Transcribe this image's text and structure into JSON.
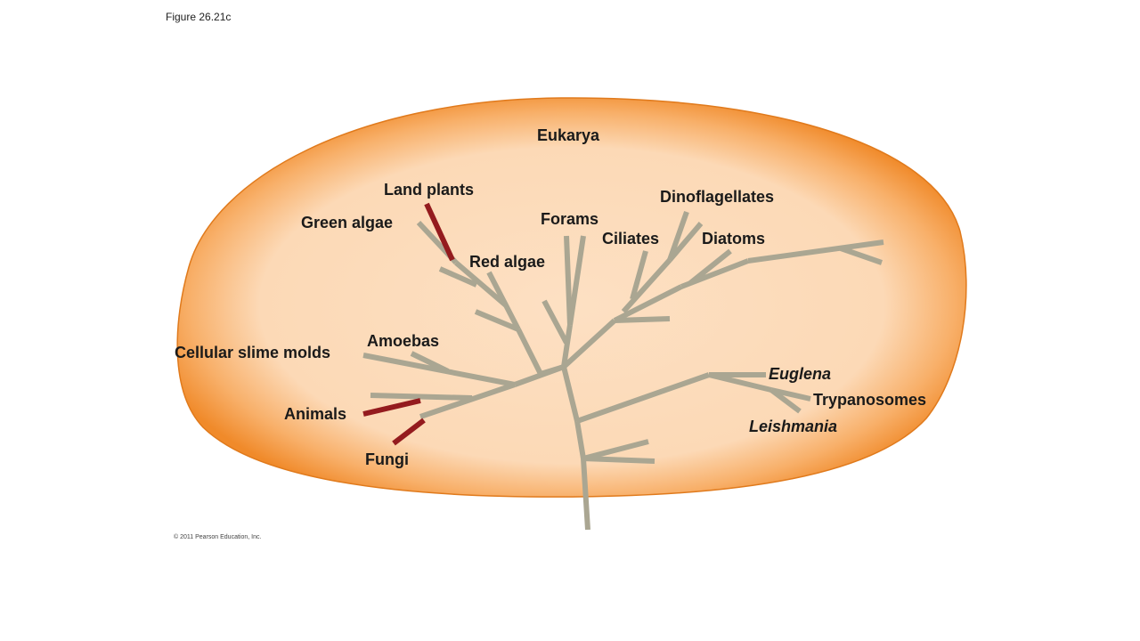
{
  "caption": "Figure 26.21c",
  "copyright": "© 2011 Pearson Education, Inc.",
  "domain_label": "Eukarya",
  "colors": {
    "blob_edge": "#e07a1c",
    "blob_center": "#fde0c3",
    "branch": "#aaa692",
    "highlight": "#941b1e",
    "text": "#1a1a1a"
  },
  "labels": {
    "land_plants": "Land plants",
    "green_algae": "Green algae",
    "red_algae": "Red algae",
    "forams": "Forams",
    "dinoflagellates": "Dinoflagellates",
    "ciliates": "Ciliates",
    "diatoms": "Diatoms",
    "amoebas": "Amoebas",
    "cellular_slime_molds": "Cellular slime molds",
    "animals": "Animals",
    "fungi": "Fungi",
    "euglena": "Euglena",
    "trypanosomes": "Trypanosomes",
    "leishmania": "Leishmania"
  }
}
